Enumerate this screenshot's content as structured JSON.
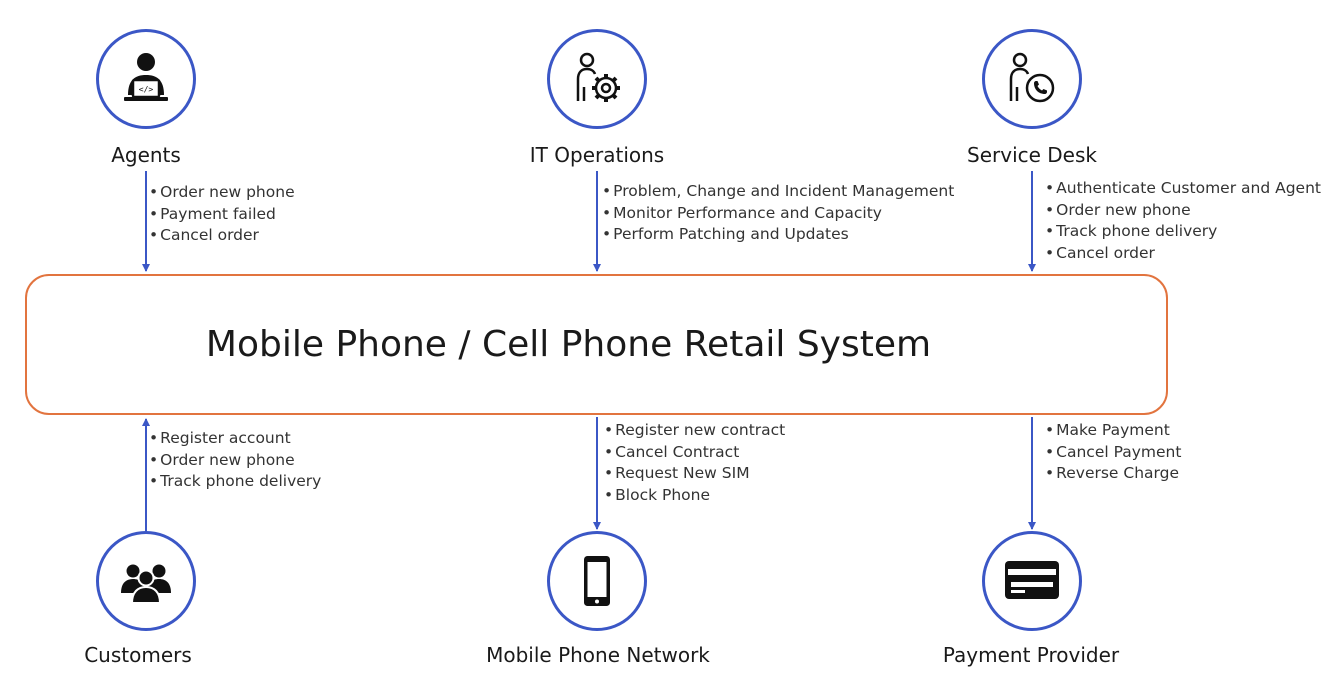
{
  "system": {
    "title": "Mobile Phone / Cell Phone Retail System"
  },
  "colors": {
    "actor_border": "#3b57c6",
    "arrow": "#3b57c6",
    "system_border": "#e2743f"
  },
  "actors": {
    "agents": {
      "label": "Agents",
      "icon": "developer-laptop-icon",
      "items": [
        "Order new phone",
        "Payment failed",
        "Cancel order"
      ]
    },
    "it_operations": {
      "label": "IT Operations",
      "icon": "person-gear-icon",
      "items": [
        "Problem, Change and Incident Management",
        "Monitor Performance and Capacity",
        "Perform Patching and Updates"
      ]
    },
    "service_desk": {
      "label": "Service Desk",
      "icon": "person-phone-icon",
      "items": [
        "Authenticate Customer and Agent",
        "Order new phone",
        "Track phone delivery",
        "Cancel order"
      ]
    },
    "customers": {
      "label": "Customers",
      "icon": "user-group-icon",
      "items": [
        "Register account",
        "Order new phone",
        "Track phone delivery"
      ]
    },
    "mobile_network": {
      "label": "Mobile Phone Network",
      "icon": "mobile-phone-icon",
      "items": [
        "Register new contract",
        "Cancel Contract",
        "Request New SIM",
        "Block Phone"
      ]
    },
    "payment_provider": {
      "label": "Payment Provider",
      "icon": "credit-card-icon",
      "items": [
        "Make Payment",
        "Cancel Payment",
        "Reverse Charge"
      ]
    }
  }
}
